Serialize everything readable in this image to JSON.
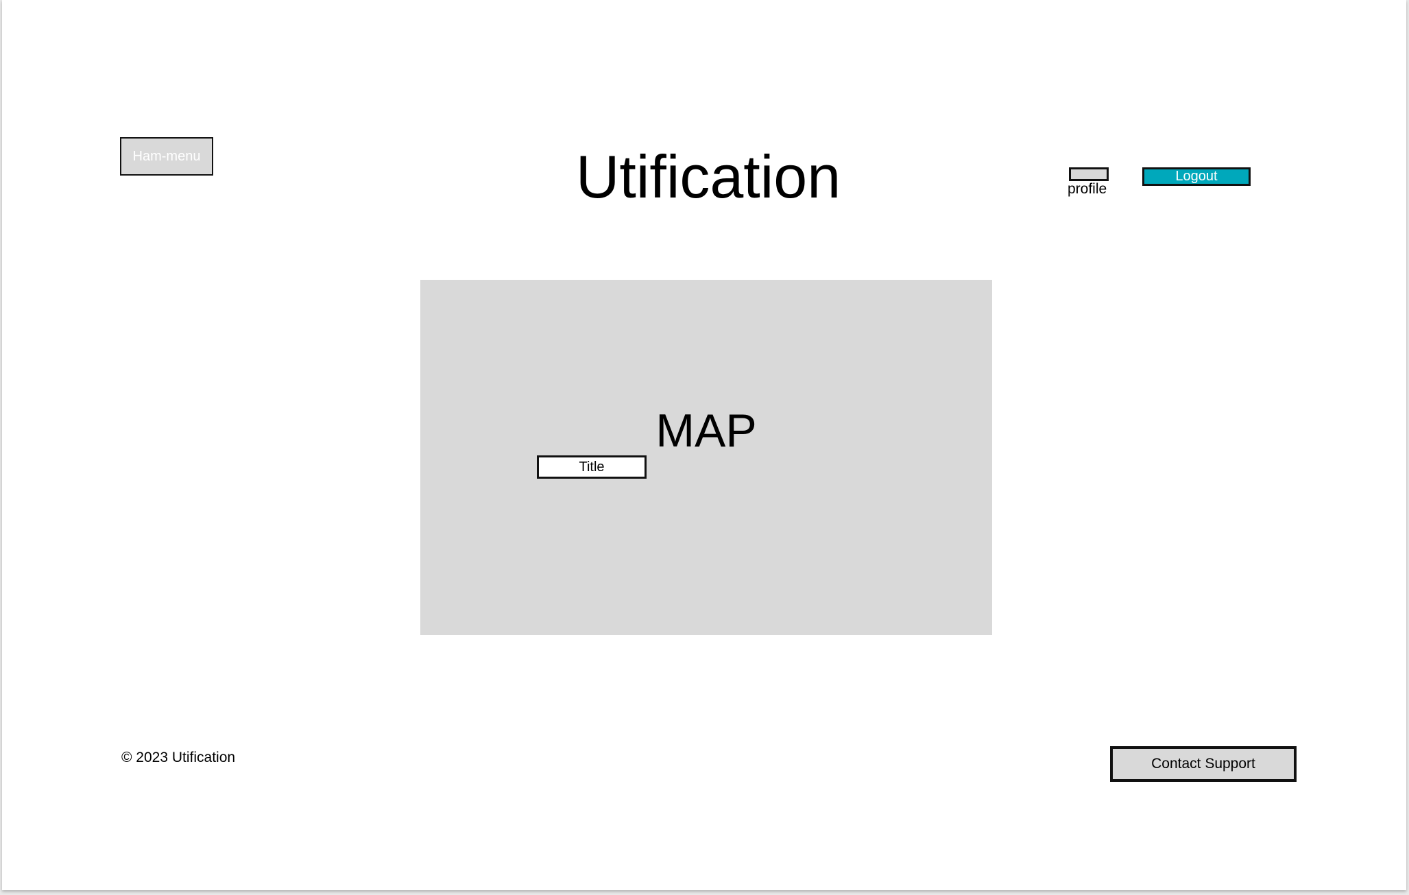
{
  "header": {
    "ham_menu_label": "Ham-menu",
    "app_title": "Utification",
    "profile_label": "profile",
    "logout_label": "Logout"
  },
  "main": {
    "map_label": "MAP",
    "title_field_text": "Title"
  },
  "footer": {
    "copyright": "© 2023 Utification",
    "contact_label": "Contact Support"
  },
  "colors": {
    "accent": "#00a8bb",
    "placeholder_gray": "#d9d9d9",
    "background": "#ffffff"
  }
}
